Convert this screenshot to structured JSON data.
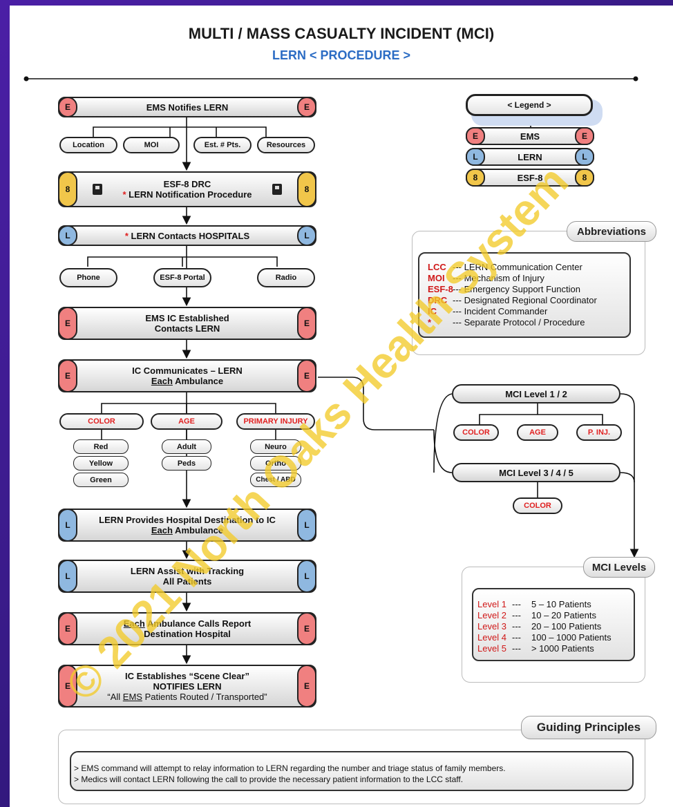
{
  "header": {
    "title": "MULTI / MASS CASUALTY INCIDENT (MCI)",
    "subtitle": "LERN < PROCEDURE >"
  },
  "flow": {
    "ems_notifies": "EMS Notifies LERN",
    "notify_pills": [
      "Location",
      "MOI",
      "Est. # Pts.",
      "Resources"
    ],
    "esf8_line1": "ESF-8 DRC",
    "esf8_star": "*",
    "esf8_line2": "LERN Notification Procedure",
    "contacts_star": "*",
    "contacts": "LERN Contacts HOSPITALS",
    "contact_pills": [
      "Phone",
      "ESF-8 Portal",
      "Radio"
    ],
    "ic_established_1": "EMS IC Established",
    "ic_established_2": "Contacts LERN",
    "ic_comm_1": "IC Communicates – LERN",
    "ic_comm_2a": "Each",
    "ic_comm_2b": " Ambulance",
    "triage_headers": [
      "COLOR",
      "AGE",
      "PRIMARY INJURY"
    ],
    "color_items": [
      "Red",
      "Yellow",
      "Green"
    ],
    "age_items": [
      "Adult",
      "Peds"
    ],
    "injury_items": [
      "Neuro",
      "Ortho",
      "Chest / ABD"
    ],
    "destination_1": "LERN Provides Hospital Destination to IC",
    "destination_2a": "Each",
    "destination_2b": " Ambulance",
    "tracking_1": "LERN Assist with Tracking",
    "tracking_2": "All Patients",
    "report_1a": "Each",
    "report_1b": " Ambulance Calls Report",
    "report_2": "Destination Hospital",
    "scene_1": "IC Establishes “Scene Clear”",
    "scene_2": "NOTIFIES LERN",
    "scene_3a": "“All ",
    "scene_3b": "EMS",
    "scene_3c": " Patients Routed / Transported”"
  },
  "caps": {
    "E": "E",
    "L": "L",
    "N": "8"
  },
  "legend": {
    "title": "< Legend >",
    "rows": [
      {
        "cap": "E",
        "label": "EMS"
      },
      {
        "cap": "L",
        "label": "LERN"
      },
      {
        "cap": "8",
        "label": "ESF-8"
      }
    ]
  },
  "abbreviations": {
    "title": "Abbreviations",
    "rows": [
      {
        "key": "LCC",
        "desc": "--- LERN Communication Center"
      },
      {
        "key": "MOI",
        "desc": "--- Mechanism of Injury"
      },
      {
        "key": "ESF-8",
        "desc": "--- Emergency Support Function"
      },
      {
        "key": "DRC",
        "desc": "--- Designated Regional Coordinator"
      },
      {
        "key": "IC",
        "desc": "--- Incident Commander"
      },
      {
        "key": "*",
        "desc": "--- Separate Protocol / Procedure"
      }
    ]
  },
  "mci": {
    "level12": "MCI Level 1 / 2",
    "level12_pills": [
      "COLOR",
      "AGE",
      "P. INJ."
    ],
    "level345": "MCI Level  3 / 4 / 5",
    "level345_pill": "COLOR"
  },
  "mci_levels": {
    "title": "MCI Levels",
    "rows": [
      {
        "level": "Level 1",
        "dash": "---",
        "patients": "5 – 10 Patients"
      },
      {
        "level": "Level 2",
        "dash": "---",
        "patients": "10 – 20 Patients"
      },
      {
        "level": "Level 3",
        "dash": "---",
        "patients": "20 – 100 Patients"
      },
      {
        "level": "Level 4",
        "dash": "---",
        "patients": "100 – 1000 Patients"
      },
      {
        "level": "Level 5",
        "dash": "---",
        "patients": "> 1000 Patients"
      }
    ]
  },
  "guiding": {
    "title": "Guiding Principles",
    "lines": [
      "> EMS command will attempt to relay information to LERN regarding the number and triage status of family members.",
      "> Medics will contact LERN following the call to provide the necessary patient information to the LCC staff."
    ]
  },
  "watermark": "© 2021 North Oaks Health System",
  "colors": {
    "ems": "#f08080",
    "lern": "#8fb8e0",
    "esf8": "#f1c64a",
    "accent_blue": "#2b6cc4",
    "watermark": "#f2cb2a",
    "bg_purple": "#3a1b8a"
  }
}
